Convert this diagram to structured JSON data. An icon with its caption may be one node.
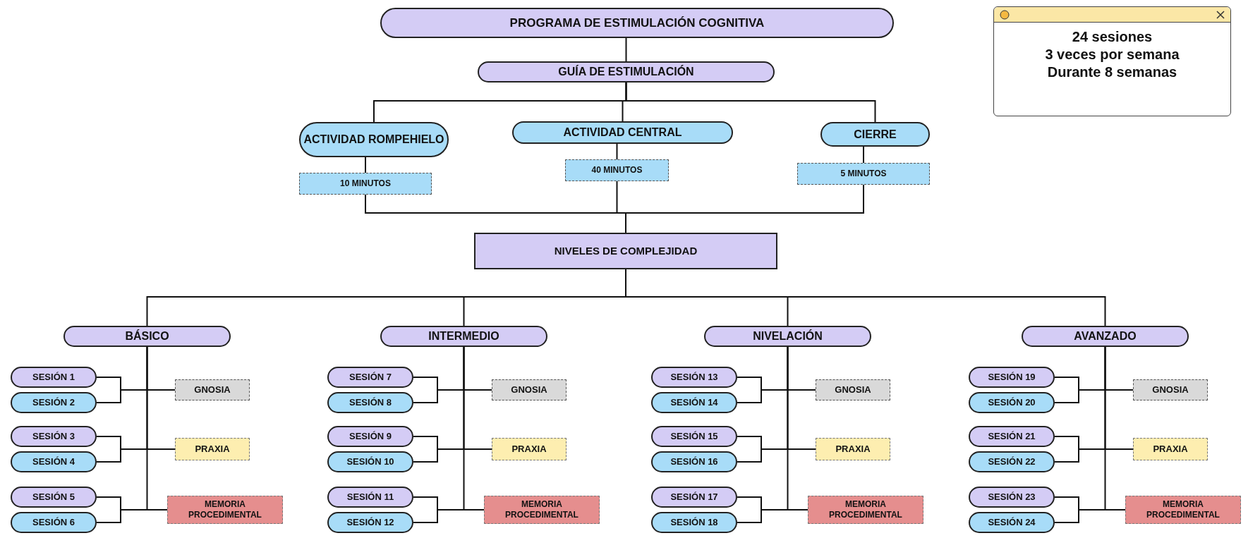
{
  "diagram": {
    "nodes": [
      {
        "text": [
          "PROGRAMA DE ESTIMULACIÓN COGNITIVA"
        ]
      },
      {
        "text": [
          "GUÍA DE ESTIMULACIÓN"
        ]
      },
      {
        "text": [
          "ACTIVIDAD ROMPEHIELO"
        ]
      },
      {
        "text": [
          "ACTIVIDAD CENTRAL"
        ]
      },
      {
        "text": [
          "CIERRE"
        ]
      },
      {
        "text": [
          "10 MINUTOS"
        ]
      },
      {
        "text": [
          "40 MINUTOS"
        ]
      },
      {
        "text": [
          "5 MINUTOS"
        ]
      },
      {
        "text": [
          "NIVELES DE COMPLEJIDAD"
        ]
      },
      {
        "text": [
          "BÁSICO"
        ]
      },
      {
        "text": [
          "SESIÓN 1"
        ]
      },
      {
        "text": [
          "SESIÓN 2"
        ]
      },
      {
        "text": [
          "SESIÓN 3"
        ]
      },
      {
        "text": [
          "SESIÓN 4"
        ]
      },
      {
        "text": [
          "SESIÓN 5"
        ]
      },
      {
        "text": [
          "SESIÓN 6"
        ]
      },
      {
        "text": [
          "GNOSIA"
        ]
      },
      {
        "text": [
          "PRAXIA"
        ]
      },
      {
        "text": [
          "MEMORIA PROCEDIMENTAL"
        ]
      },
      {
        "text": [
          "INTERMEDIO"
        ]
      },
      {
        "text": [
          "SESIÓN 7"
        ]
      },
      {
        "text": [
          "SESIÓN 8"
        ]
      },
      {
        "text": [
          "SESIÓN 9"
        ]
      },
      {
        "text": [
          "SESIÓN 10"
        ]
      },
      {
        "text": [
          "SESIÓN 11"
        ]
      },
      {
        "text": [
          "SESIÓN 12"
        ]
      },
      {
        "text": [
          "GNOSIA"
        ]
      },
      {
        "text": [
          "PRAXIA"
        ]
      },
      {
        "text": [
          "MEMORIA PROCEDIMENTAL"
        ]
      },
      {
        "text": [
          "NIVELACIÓN"
        ]
      },
      {
        "text": [
          "SESIÓN 13"
        ]
      },
      {
        "text": [
          "SESIÓN 14"
        ]
      },
      {
        "text": [
          "SESIÓN 15"
        ]
      },
      {
        "text": [
          "SESIÓN 16"
        ]
      },
      {
        "text": [
          "SESIÓN 17"
        ]
      },
      {
        "text": [
          "SESIÓN 18"
        ]
      },
      {
        "text": [
          "GNOSIA"
        ]
      },
      {
        "text": [
          "PRAXIA"
        ]
      },
      {
        "text": [
          "MEMORIA PROCEDIMENTAL"
        ]
      },
      {
        "text": [
          "AVANZADO"
        ]
      },
      {
        "text": [
          "SESIÓN 19"
        ]
      },
      {
        "text": [
          "SESIÓN 20"
        ]
      },
      {
        "text": [
          "SESIÓN 21"
        ]
      },
      {
        "text": [
          "SESIÓN 22"
        ]
      },
      {
        "text": [
          "SESIÓN 23"
        ]
      },
      {
        "text": [
          "SESIÓN 24"
        ]
      },
      {
        "text": [
          "GNOSIA"
        ]
      },
      {
        "text": [
          "PRAXIA"
        ]
      },
      {
        "text": [
          "MEMORIA PROCEDIMENTAL"
        ]
      },
      {
        "text": [
          "24 sesiones",
          "3 veces por semana",
          "Durante 8 semanas"
        ]
      }
    ],
    "edges": [
      {
        "from": 0,
        "to": 1,
        "arrow": "none"
      },
      {
        "from": 1,
        "to": 2,
        "arrow": "none"
      },
      {
        "from": 1,
        "to": 3,
        "arrow": "none"
      },
      {
        "from": 1,
        "to": 4,
        "arrow": "none"
      },
      {
        "from": 2,
        "to": 5,
        "arrow": "none"
      },
      {
        "from": 3,
        "to": 6,
        "arrow": "none"
      },
      {
        "from": 4,
        "to": 7,
        "arrow": "none"
      },
      {
        "from": 5,
        "to": 8,
        "arrow": "none"
      },
      {
        "from": 6,
        "to": 8,
        "arrow": "none"
      },
      {
        "from": 7,
        "to": 8,
        "arrow": "none"
      },
      {
        "from": 8,
        "to": 9,
        "arrow": "none"
      },
      {
        "from": 8,
        "to": 19,
        "arrow": "none"
      },
      {
        "from": 8,
        "to": 29,
        "arrow": "none"
      },
      {
        "from": 8,
        "to": 39,
        "arrow": "none"
      },
      {
        "from": 9,
        "to": 16,
        "arrow": "none"
      },
      {
        "from": 9,
        "to": 17,
        "arrow": "none"
      },
      {
        "from": 9,
        "to": 18,
        "arrow": "none"
      },
      {
        "from": 10,
        "to": 16,
        "arrow": "none"
      },
      {
        "from": 11,
        "to": 16,
        "arrow": "none"
      },
      {
        "from": 12,
        "to": 17,
        "arrow": "none"
      },
      {
        "from": 13,
        "to": 17,
        "arrow": "none"
      },
      {
        "from": 14,
        "to": 18,
        "arrow": "none"
      },
      {
        "from": 15,
        "to": 18,
        "arrow": "none"
      },
      {
        "from": 19,
        "to": 26,
        "arrow": "none"
      },
      {
        "from": 19,
        "to": 27,
        "arrow": "none"
      },
      {
        "from": 19,
        "to": 28,
        "arrow": "none"
      },
      {
        "from": 20,
        "to": 26,
        "arrow": "none"
      },
      {
        "from": 21,
        "to": 26,
        "arrow": "none"
      },
      {
        "from": 22,
        "to": 27,
        "arrow": "none"
      },
      {
        "from": 23,
        "to": 27,
        "arrow": "none"
      },
      {
        "from": 24,
        "to": 28,
        "arrow": "none"
      },
      {
        "from": 25,
        "to": 28,
        "arrow": "none"
      },
      {
        "from": 29,
        "to": 36,
        "arrow": "none"
      },
      {
        "from": 29,
        "to": 37,
        "arrow": "none"
      },
      {
        "from": 29,
        "to": 38,
        "arrow": "none"
      },
      {
        "from": 30,
        "to": 36,
        "arrow": "none"
      },
      {
        "from": 31,
        "to": 36,
        "arrow": "none"
      },
      {
        "from": 32,
        "to": 37,
        "arrow": "none"
      },
      {
        "from": 33,
        "to": 37,
        "arrow": "none"
      },
      {
        "from": 34,
        "to": 38,
        "arrow": "none"
      },
      {
        "from": 35,
        "to": 38,
        "arrow": "none"
      },
      {
        "from": 39,
        "to": 46,
        "arrow": "none"
      },
      {
        "from": 39,
        "to": 47,
        "arrow": "none"
      },
      {
        "from": 39,
        "to": 48,
        "arrow": "none"
      },
      {
        "from": 40,
        "to": 46,
        "arrow": "none"
      },
      {
        "from": 41,
        "to": 46,
        "arrow": "none"
      },
      {
        "from": 42,
        "to": 47,
        "arrow": "none"
      },
      {
        "from": 43,
        "to": 47,
        "arrow": "none"
      },
      {
        "from": 44,
        "to": 48,
        "arrow": "none"
      },
      {
        "from": 45,
        "to": 48,
        "arrow": "none"
      }
    ]
  }
}
